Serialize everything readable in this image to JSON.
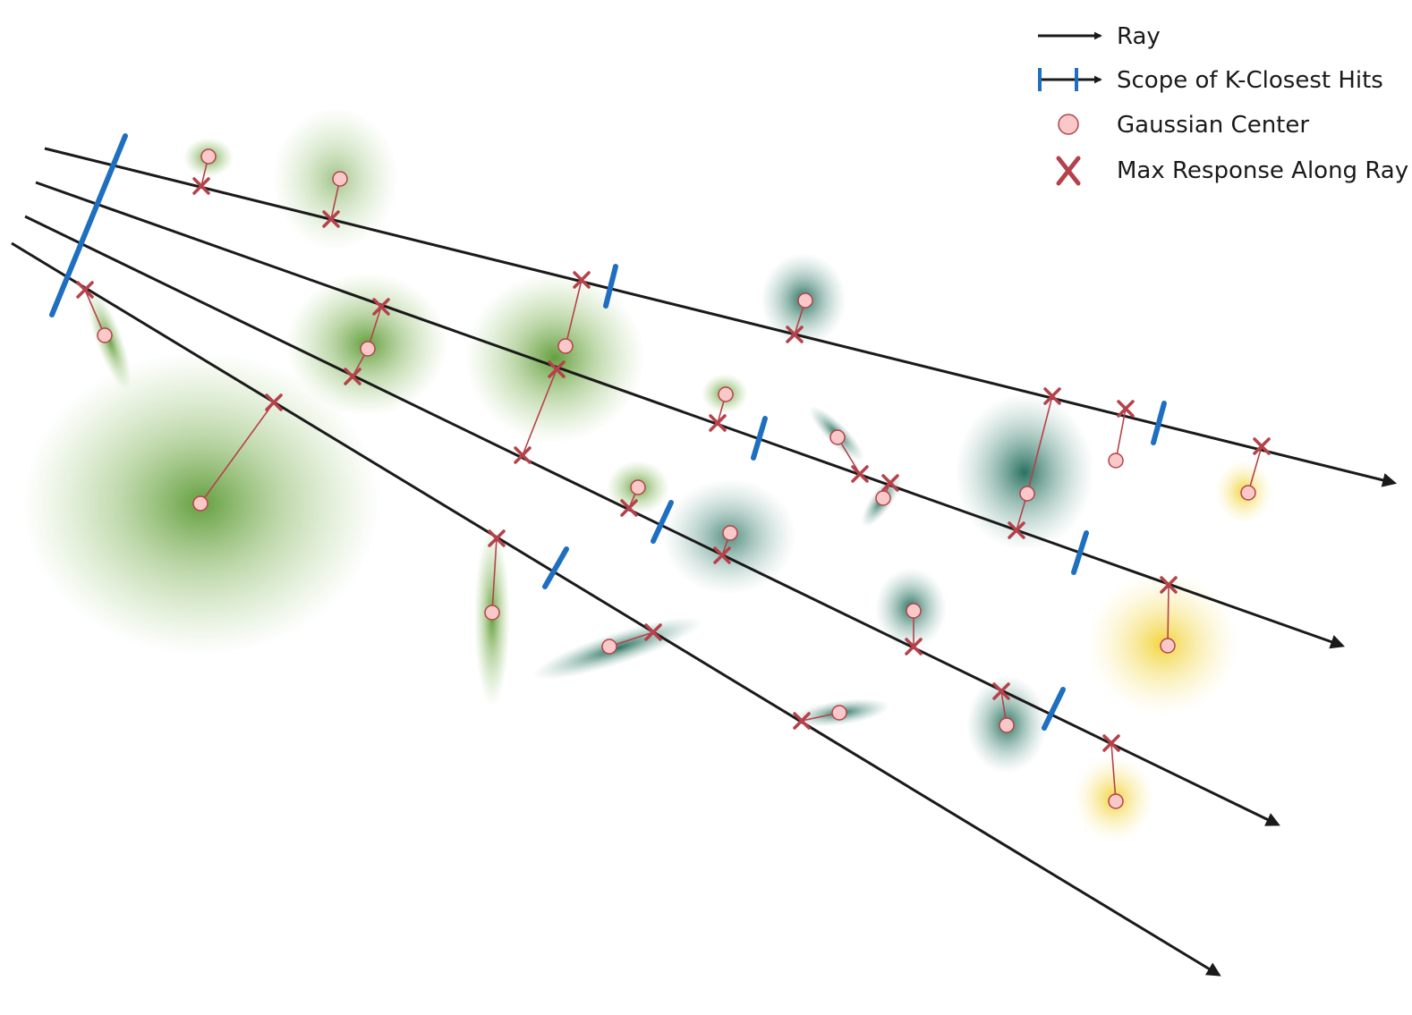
{
  "legend": {
    "ray": "Ray",
    "scope": "Scope of K-Closest Hits",
    "center": "Gaussian Center",
    "max_response": "Max Response Along Ray"
  },
  "colors": {
    "ray": "#1a1a1a",
    "scope": "#1f6fc0",
    "marker": "#b5424a",
    "center_fill": "#f9c9c9",
    "center_stroke": "#b5424a",
    "gaussian_green": "#5c9a35",
    "gaussian_teal": "#1f6a58",
    "gaussian_yellow": "#f2d233"
  }
}
